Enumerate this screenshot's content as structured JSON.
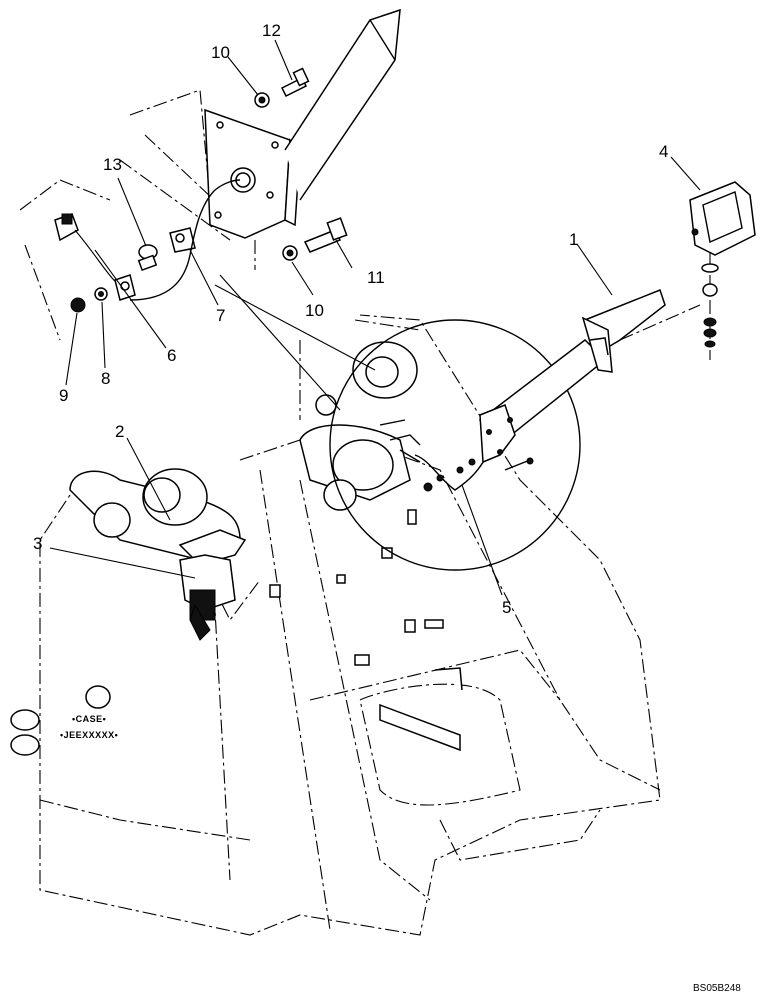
{
  "callouts": {
    "c1": "1",
    "c2": "2",
    "c3": "3",
    "c4": "4",
    "c5": "5",
    "c6": "6",
    "c7": "7",
    "c8": "8",
    "c9": "9",
    "c10a": "10",
    "c10b": "10",
    "c11": "11",
    "c12": "12",
    "c13": "13"
  },
  "frame_stamp": {
    "line1": "•CASE•",
    "line2": "•JEEXXXXX•"
  },
  "reference_code": "BS05B248"
}
